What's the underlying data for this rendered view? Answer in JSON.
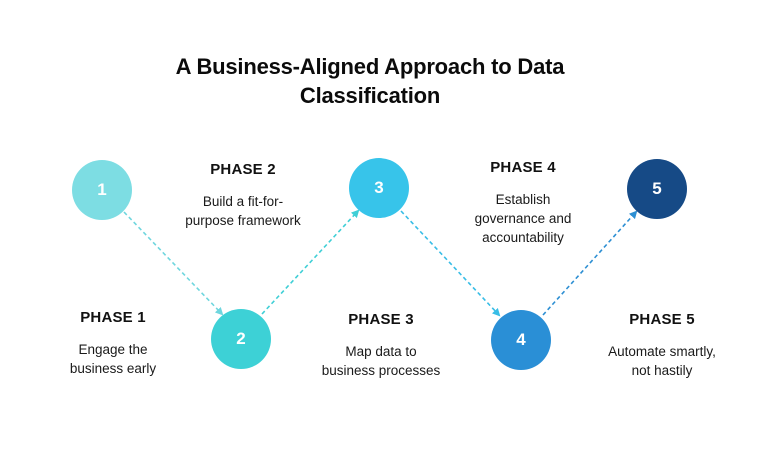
{
  "title": {
    "line1": "A Business-Aligned Approach to Data",
    "line2": "Classification"
  },
  "phases": [
    {
      "number": "1",
      "name": "PHASE 1",
      "description": "Engage the\nbusiness early",
      "color": "#7ddde3"
    },
    {
      "number": "2",
      "name": "PHASE 2",
      "description": "Build a fit-for-\npurpose framework",
      "color": "#3dd1d6"
    },
    {
      "number": "3",
      "name": "PHASE 3",
      "description": "Map data to\nbusiness processes",
      "color": "#37c4ea"
    },
    {
      "number": "4",
      "name": "PHASE 4",
      "description": "Establish\ngovernance and\naccountability",
      "color": "#2a8fd6"
    },
    {
      "number": "5",
      "name": "PHASE 5",
      "description": "Automate smartly,\nnot hastily",
      "color": "#164a86"
    }
  ],
  "connector_colors": [
    "#6fd6de",
    "#3fcfd6",
    "#38bde6",
    "#2d8fd3"
  ]
}
